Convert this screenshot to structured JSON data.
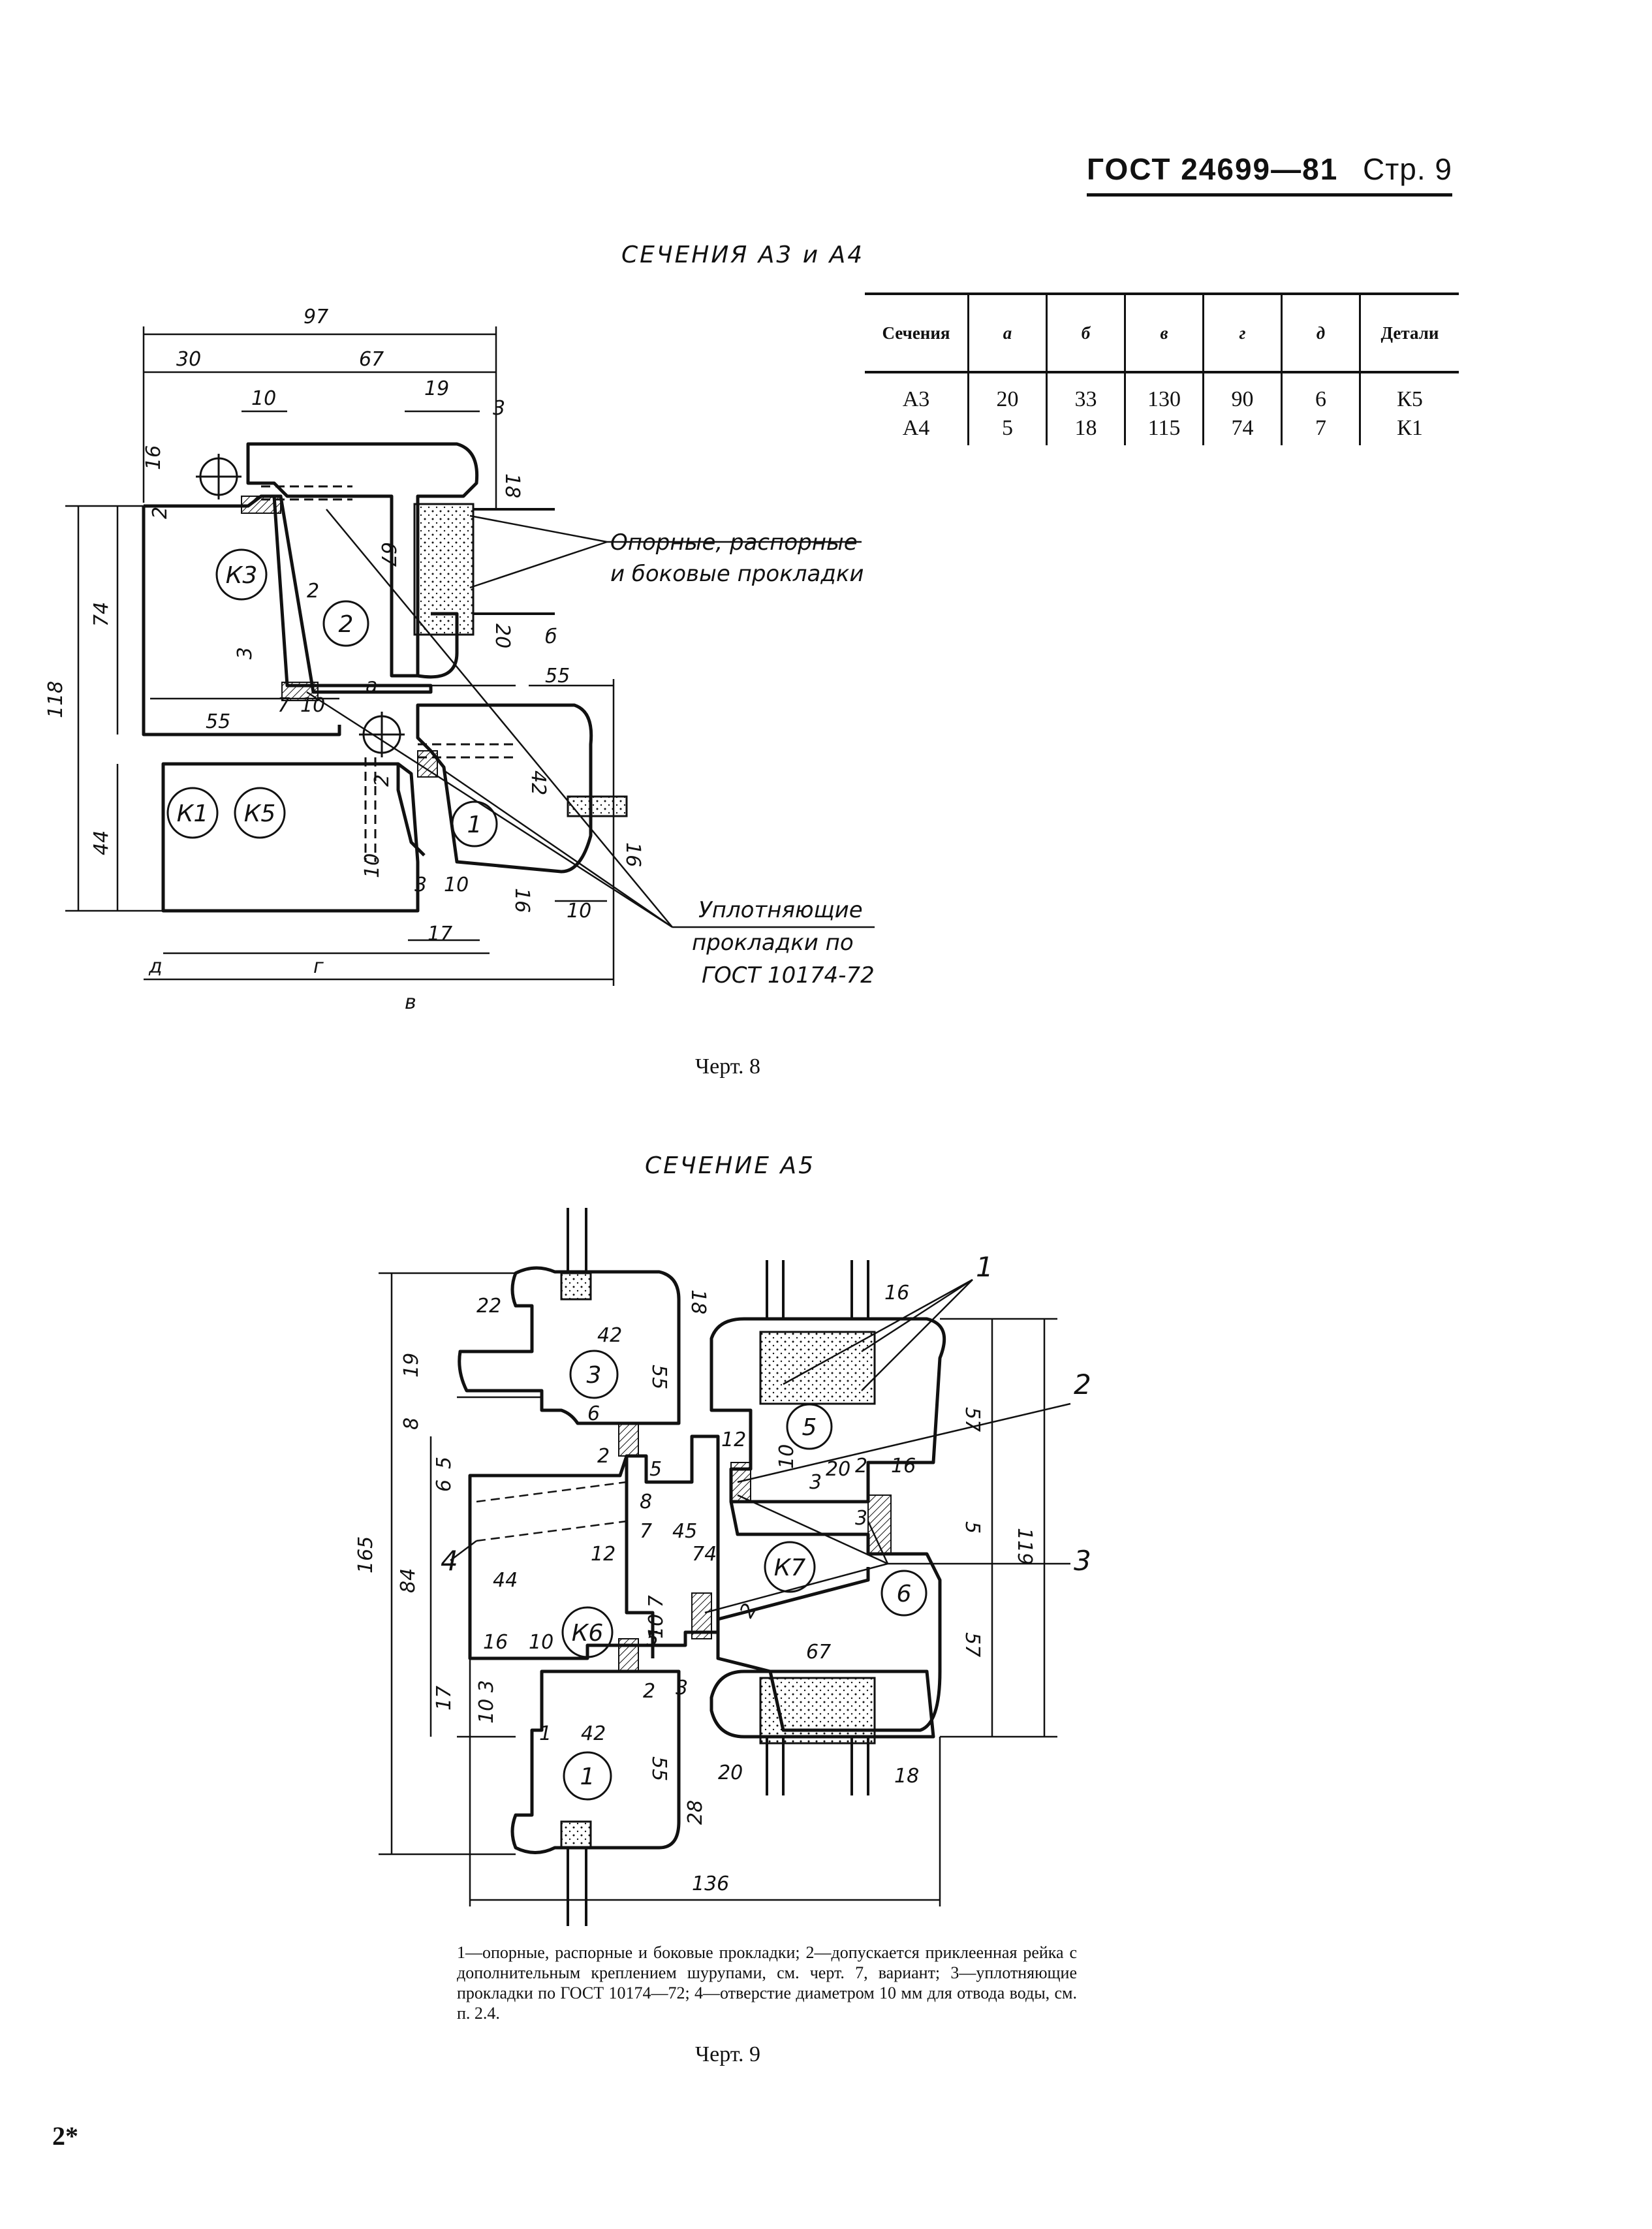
{
  "header": {
    "standard": "ГОСТ 24699—81",
    "page": "Стр. 9"
  },
  "figure8": {
    "title": "СЕЧЕНИЯ  А3 и А4",
    "caption": "Черт. 8",
    "table": {
      "headers": [
        "Сечения",
        "а",
        "б",
        "в",
        "г",
        "д",
        "Детали"
      ],
      "rows": [
        [
          "А3",
          "20",
          "33",
          "130",
          "90",
          "6",
          "К5"
        ],
        [
          "А4",
          "5",
          "18",
          "115",
          "74",
          "7",
          "К1"
        ]
      ]
    },
    "callouts": {
      "spacers_line1": "Опорные, распорные",
      "spacers_line2": "и боковые прокладки",
      "seals_line1": "Уплотняющие",
      "seals_line2": "прокладки по",
      "seals_line3": "ГОСТ 10174-72"
    },
    "part_labels": {
      "k3": "К3",
      "p2": "2",
      "k1": "К1",
      "k5": "К5",
      "p1": "1"
    },
    "dimensions": {
      "d97": "97",
      "d30": "30",
      "d67a": "67",
      "d10a": "10",
      "d19": "19",
      "d3a": "3",
      "d16a": "16",
      "d18": "18",
      "d2a": "2",
      "d74": "74",
      "d118": "118",
      "d67b": "67",
      "d2b": "2",
      "d3b": "3",
      "d20": "20",
      "d_b": "б",
      "d7": "7",
      "d10b": "10",
      "d_a": "а",
      "d55a": "55",
      "d55b": "55",
      "d42": "42",
      "d2c": "2",
      "d44": "44",
      "d16b": "16",
      "d10c": "10",
      "d3c": "3",
      "d10d": "10",
      "d16c": "16",
      "d10e": "10",
      "d17": "17",
      "d_d": "д",
      "d_g": "г",
      "d_v": "в"
    }
  },
  "figure9": {
    "title": "СЕЧЕНИЕ  А5",
    "caption": "Черт. 9",
    "footnote": "1—опорные, распорные и боковые прокладки; 2—допускается приклеенная рейка с дополнительным креплением шурупами, см. черт. 7, вариант; 3—уплотняющие прокладки по ГОСТ 10174—72; 4—отверстие диаметром 10 мм для отвода воды, см. п. 2.4.",
    "part_labels": {
      "p3": "3",
      "p5": "5",
      "k7": "К7",
      "p6": "6",
      "k6": "К6",
      "p1": "1"
    },
    "callouts": {
      "c1": "1",
      "c2": "2",
      "c3": "3",
      "c4": "4"
    },
    "dimensions": {
      "d22": "22",
      "d42a": "42",
      "d19": "19",
      "d55a": "55",
      "d18a": "18",
      "d8a": "8",
      "d6": "6",
      "d5a": "5",
      "d6b": "6",
      "d2a": "2",
      "d5b": "5",
      "d8b": "8",
      "d7a": "7",
      "d45": "45",
      "d74": "74",
      "d165": "165",
      "d84": "84",
      "d12a": "12",
      "d44": "44",
      "d16a": "16",
      "d10a": "10",
      "d107": "10 7",
      "d5c": "5",
      "d2b": "2",
      "d3a": "3",
      "d17": "17",
      "d103": "10 3",
      "d1": "1",
      "d42b": "42",
      "d55b": "55",
      "d28": "28",
      "d20a": "20",
      "d136": "136",
      "d16b": "16",
      "d12b": "12",
      "d10b": "10",
      "d3b": "3",
      "d20b": "20",
      "d2c": "2",
      "d16c": "16",
      "d57a": "57",
      "d5d": "5",
      "d119": "119",
      "d2d": "2",
      "d67": "67",
      "d57b": "57",
      "d18b": "18",
      "d3c": "3"
    }
  },
  "signature": "2*"
}
